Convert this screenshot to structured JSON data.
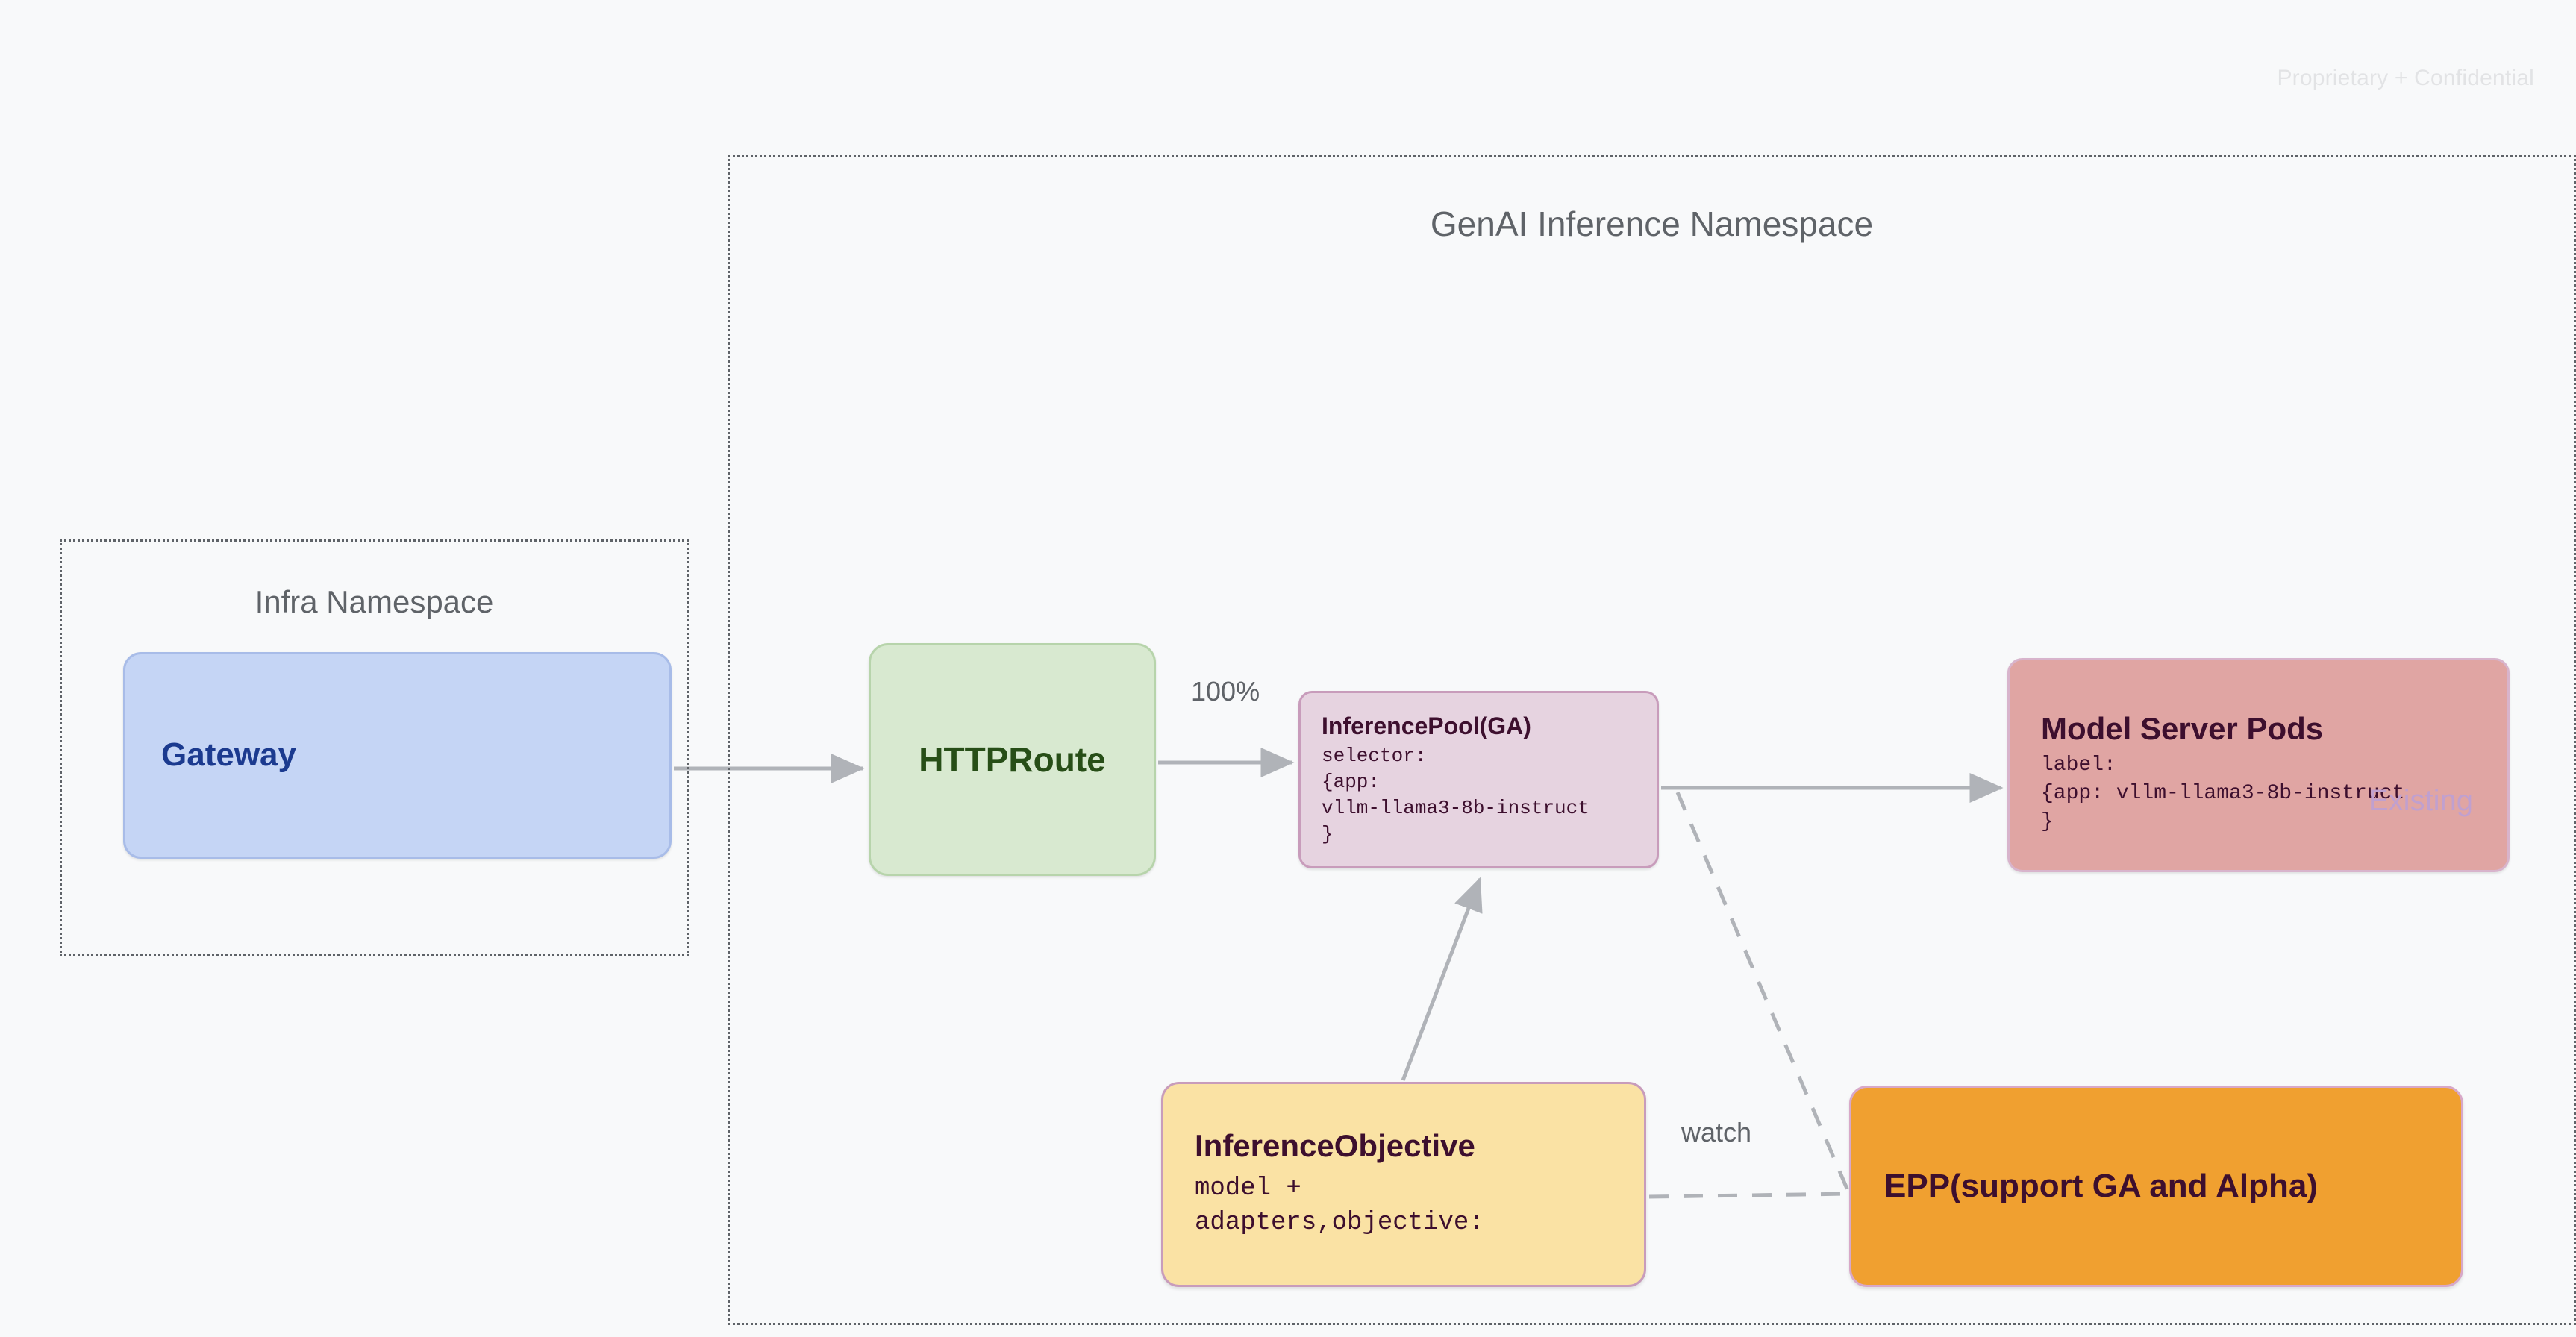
{
  "watermark": "Proprietary + Confidential",
  "namespaces": [
    {
      "id": "genai",
      "title": "GenAI Inference Namespace"
    },
    {
      "id": "infra",
      "title": "Infra Namespace"
    }
  ],
  "nodes": {
    "gateway": {
      "title": "Gateway",
      "color": "#c5d5f5",
      "text_color": "#1b3a8f"
    },
    "httproute": {
      "title": "HTTPRoute",
      "color": "#d8e9d0",
      "text_color": "#274e17"
    },
    "inferencepool": {
      "title": "InferencePool(GA)",
      "code": "selector:\n{app:\nvllm-llama3-8b-instruct\n}",
      "color": "#e6d3e0",
      "text_color": "#3d0f2e"
    },
    "modelserver": {
      "title": "Model Server Pods",
      "code": "label:\n{app: vllm-llama3-8b-instruct\n}",
      "badge": "Existing",
      "color": "#e0a5a3",
      "text_color": "#3d0f2e",
      "badge_color": "#c0a0cf"
    },
    "inferenceobjective": {
      "title": "InferenceObjective",
      "code": "model +\nadapters,objective:",
      "color": "#fae2a4",
      "text_color": "#3d0f2e"
    },
    "epp": {
      "title": "EPP(support GA and Alpha)",
      "color": "#f0a030",
      "text_color": "#3d0f2e"
    }
  },
  "edges": {
    "gateway_to_httproute": {
      "label": ""
    },
    "httproute_to_inferencepool": {
      "label": "100%"
    },
    "inferencepool_to_modelserver": {
      "label": ""
    },
    "inferenceobjective_to_inferencepool": {
      "label": ""
    },
    "inferencepool_to_epp": {
      "label": ""
    },
    "inferenceobjective_to_epp": {
      "label": "watch"
    }
  },
  "labels": {
    "traffic_percent": "100%",
    "watch": "watch"
  },
  "colors": {
    "background": "#f8f9fa",
    "namespace_border": "#5f6368",
    "connector": "#b0b3b8"
  }
}
